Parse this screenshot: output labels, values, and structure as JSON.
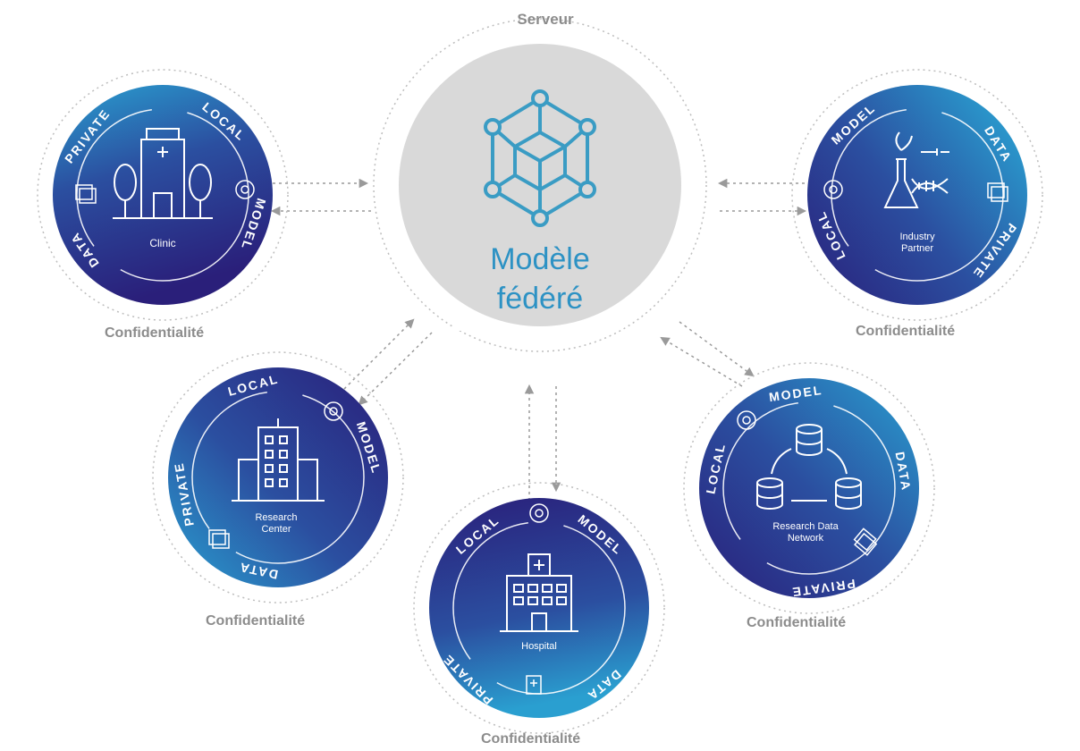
{
  "server": {
    "label": "Serveur",
    "model_line1": "Modèle",
    "model_line2": "fédéré",
    "model_color": "#2d92c4",
    "hub_color": "#d9d9d9",
    "icon": "network-cube-icon"
  },
  "privacy_label": "Confidentialité",
  "ring_words": {
    "local": "LOCAL",
    "model": "MODEL",
    "private": "PRIVATE",
    "data": "DATA"
  },
  "nodes": [
    {
      "id": "clinic",
      "caption_lines": [
        "Clinic"
      ],
      "icon": "clinic-building-icon",
      "caption": "Confidentialité"
    },
    {
      "id": "industry",
      "caption_lines": [
        "Industry",
        "Partner"
      ],
      "icon": "lab-flask-dna-icon",
      "caption": "Confidentialité"
    },
    {
      "id": "research-center",
      "caption_lines": [
        "Research",
        "Center"
      ],
      "icon": "office-tower-icon",
      "caption": "Confidentialité"
    },
    {
      "id": "hospital",
      "caption_lines": [
        "Hospital"
      ],
      "icon": "hospital-building-icon",
      "caption": "Confidentialité"
    },
    {
      "id": "research-data-network",
      "caption_lines": [
        "Research Data",
        "Network"
      ],
      "icon": "database-network-icon",
      "caption": "Confidentialité"
    }
  ],
  "colors": {
    "node_dark": "#2a1f7a",
    "node_light": "#2a9fd0",
    "arrow": "#9a9a9a",
    "label_gray": "#8c8c8c"
  }
}
